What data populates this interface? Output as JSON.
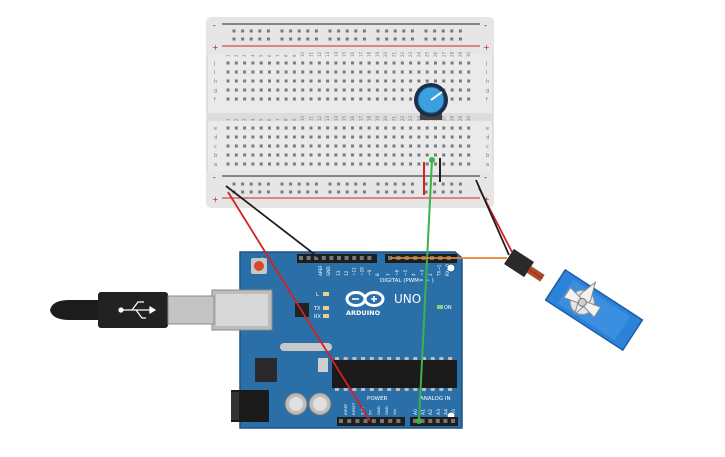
{
  "breadboard": {
    "rail_plus": "+",
    "rail_minus": "-",
    "column_numbers": [
      "1",
      "2",
      "3",
      "4",
      "5",
      "6",
      "7",
      "8",
      "9",
      "10",
      "11",
      "12",
      "13",
      "14",
      "15",
      "16",
      "17",
      "18",
      "19",
      "20",
      "21",
      "22",
      "23",
      "24",
      "25",
      "26",
      "27",
      "28",
      "29",
      "30"
    ],
    "row_letters_top": [
      "j",
      "i",
      "h",
      "g",
      "f"
    ],
    "row_letters_bottom": [
      "e",
      "d",
      "c",
      "b",
      "a"
    ]
  },
  "arduino": {
    "logo_text": "ARDUINO",
    "model_text": "UNO",
    "digital_label": "DIGITAL (PWM= ~ )",
    "power_label": "POWER",
    "analog_label": "ANALOG IN",
    "on_label": "ON",
    "tx_label": "TX",
    "rx_label": "RX",
    "l_label": "L",
    "header_top_labels": [
      "AREF",
      "GND",
      "13",
      "12",
      "~11",
      "~10",
      "~9",
      "8",
      "7",
      "~6",
      "~5",
      "4",
      "~3",
      "2",
      "TX→1",
      "RX←0"
    ],
    "power_pin_labels": [
      "IOREF",
      "RESET",
      "3.3V",
      "5V",
      "GND",
      "GND",
      "Vin"
    ],
    "analog_pin_labels": [
      "A0",
      "A1",
      "A2",
      "A3",
      "A4",
      "A5"
    ]
  },
  "colors": {
    "board_blue": "#2a6fa8",
    "wire_red": "#d42020",
    "wire_black": "#202020",
    "wire_green": "#3bb34a",
    "wire_orange": "#e8842a",
    "servo_blue": "#2c82d8",
    "pot_blue": "#3aa0e0"
  }
}
